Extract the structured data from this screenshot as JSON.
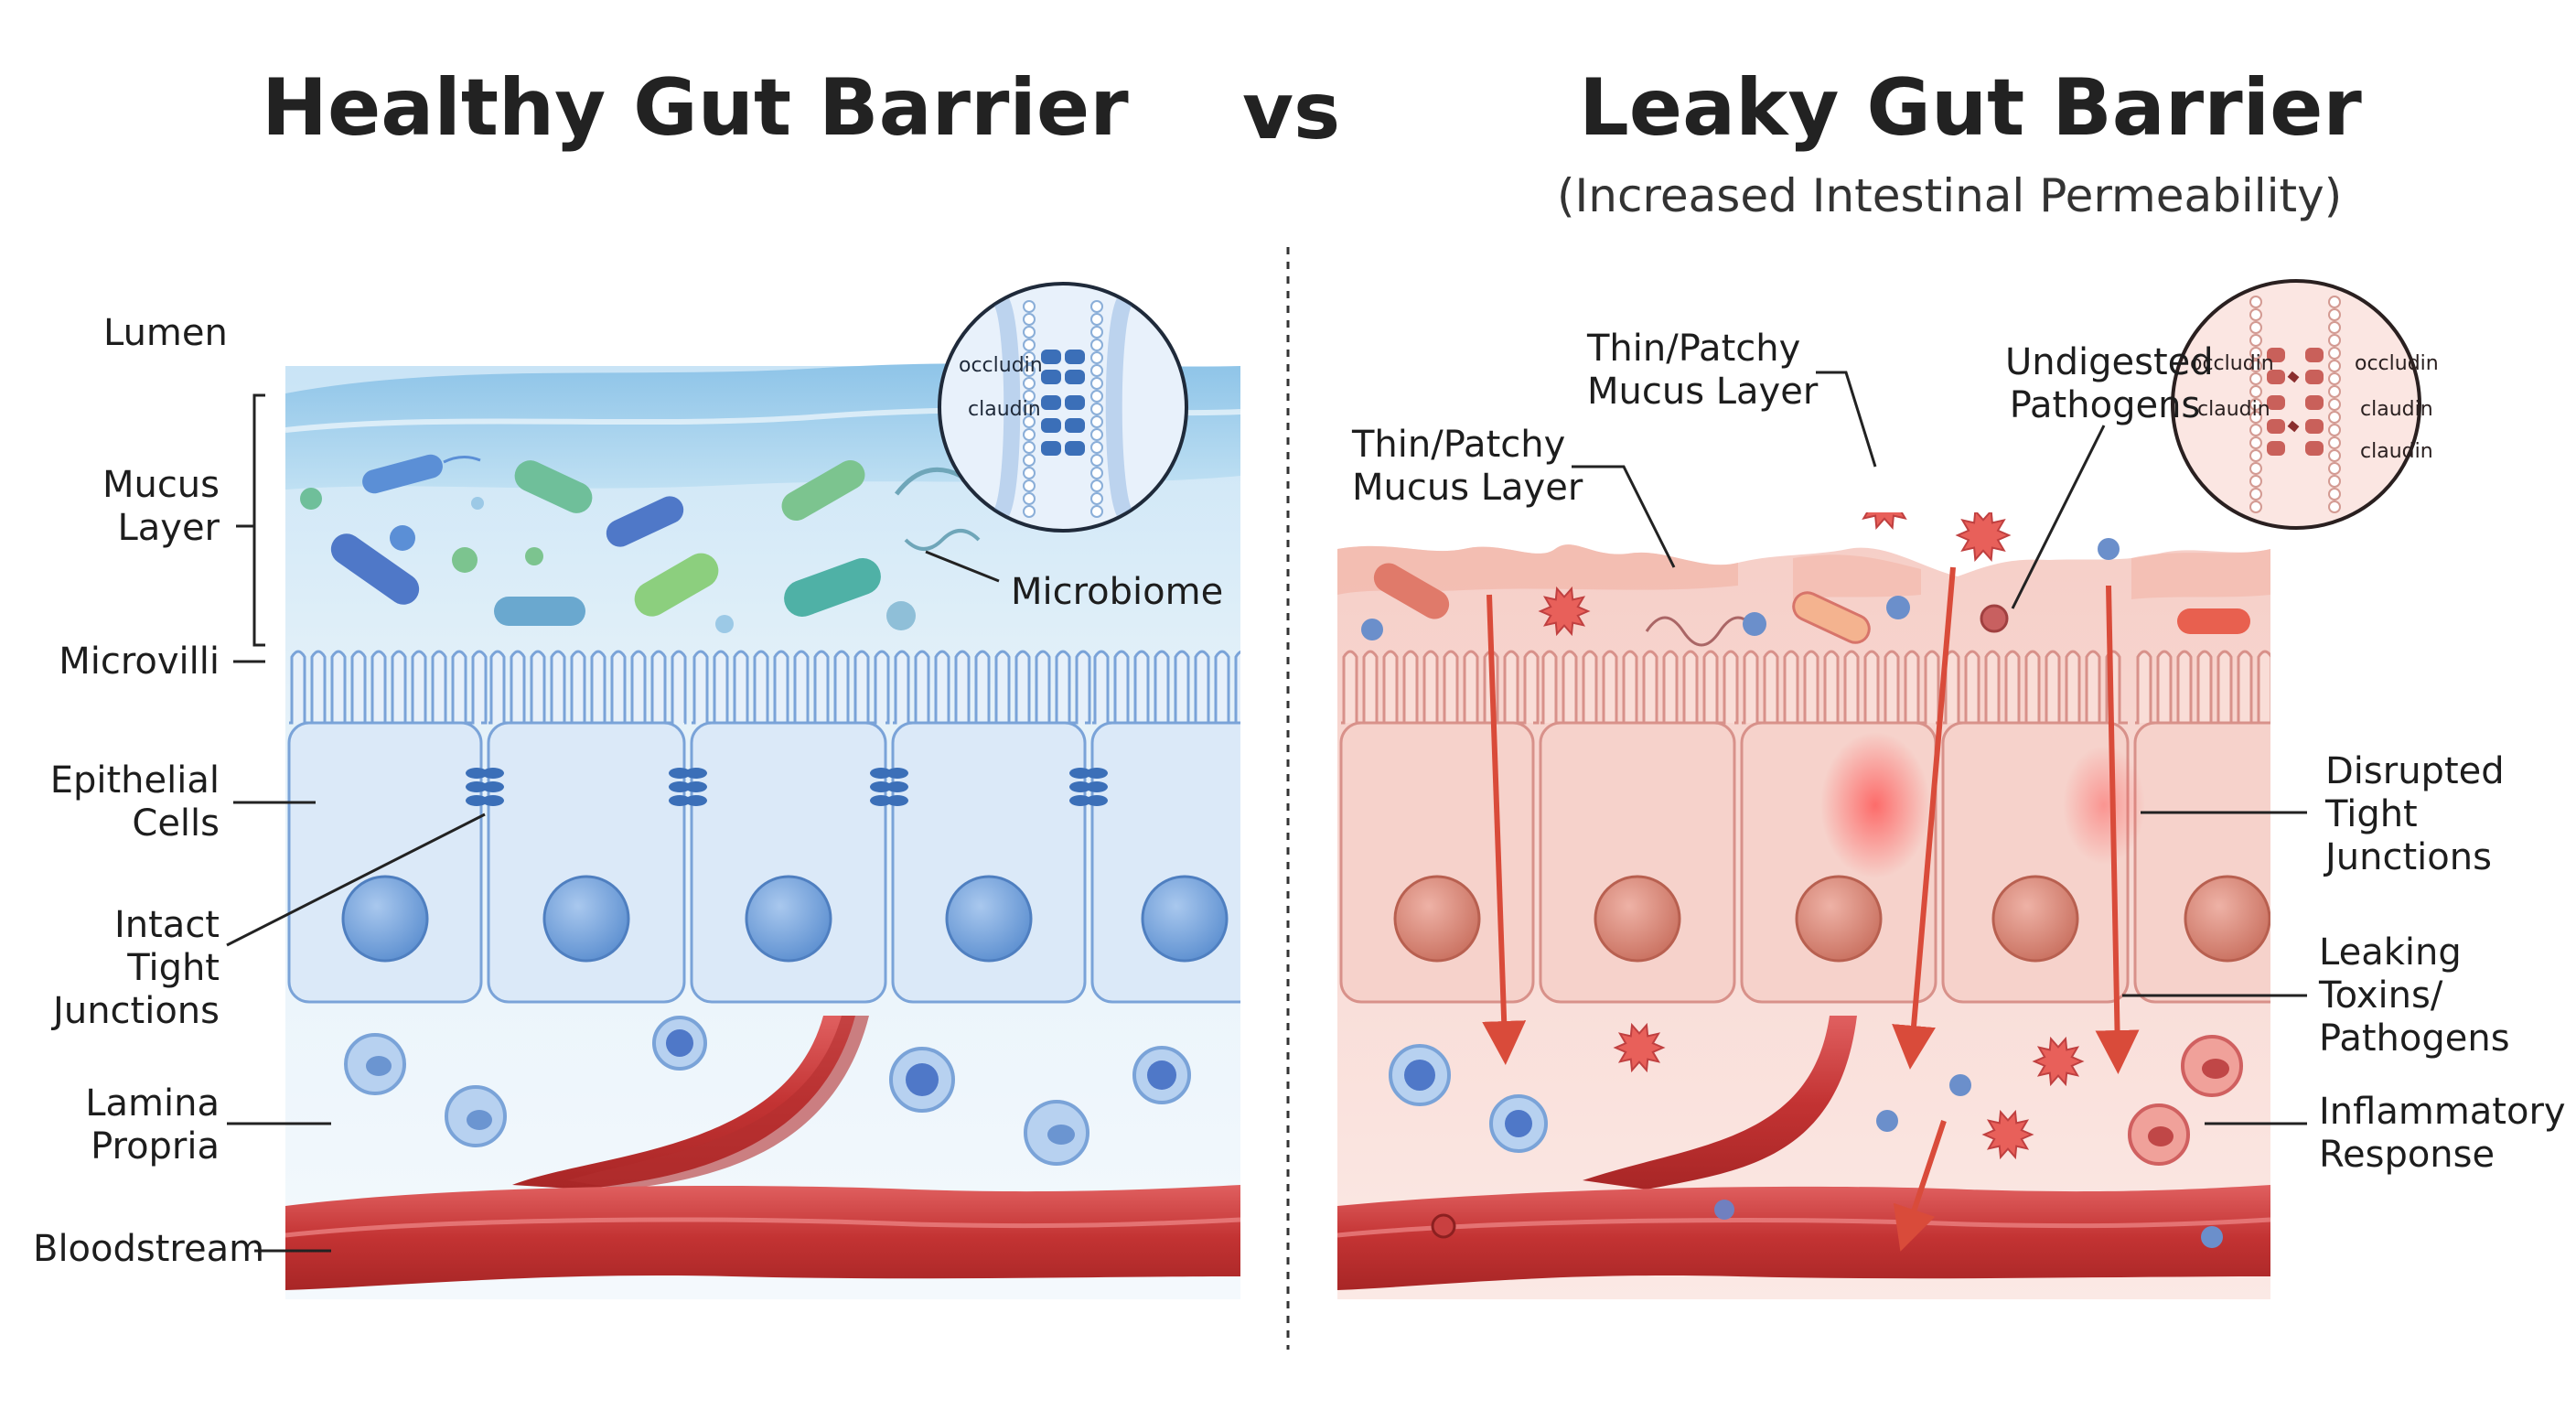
{
  "titles": {
    "healthy": "Healthy Gut Barrier",
    "vs": "vs",
    "leaky": "Leaky Gut Barrier",
    "leaky_subtitle": "(Increased Intestinal Permeability)"
  },
  "healthy_labels": {
    "lumen": "Lumen",
    "mucus_1": "Mucus",
    "mucus_2": "Layer",
    "microvilli": "Microvilli",
    "epithelial_1": "Epithelial",
    "epithelial_2": "Cells",
    "intact_1": "Intact",
    "intact_2": "Tight",
    "intact_3": "Junctions",
    "lamina_1": "Lamina",
    "lamina_2": "Propria",
    "bloodstream": "Bloodstream",
    "microbiome": "Microbiome"
  },
  "healthy_inset": {
    "occludin": "occludin",
    "claudin": "claudin"
  },
  "leaky_labels": {
    "thin_a_1": "Thin/Patchy",
    "thin_a_2": "Mucus Layer",
    "thin_b_1": "Thin/Patchy",
    "thin_b_2": "Mucus Layer",
    "undigested_1": "Undigested",
    "undigested_2": "Pathogens",
    "disrupted_1": "Disrupted",
    "disrupted_2": "Tight",
    "disrupted_3": "Junctions",
    "leaking_1": "Leaking",
    "leaking_2": "Toxins/",
    "leaking_3": "Pathogens",
    "inflammatory_1": "Inflammatory",
    "inflammatory_2": "Response"
  },
  "leaky_inset": {
    "occludin_left": "occludin",
    "claudin_left": "claudin",
    "occludin_right": "occludin",
    "claudin_right_1": "claudin",
    "claudin_right_2": "claudin"
  },
  "colors": {
    "healthy_cell": "#dbe9f8",
    "healthy_nucleus": "#6fa0da",
    "healthy_mucus": "#a9d3ef",
    "leaky_cell": "#f8d6d0",
    "leaky_nucleus": "#d88a7a",
    "blood": "#c93a3a",
    "arrow": "#d94b3a"
  }
}
